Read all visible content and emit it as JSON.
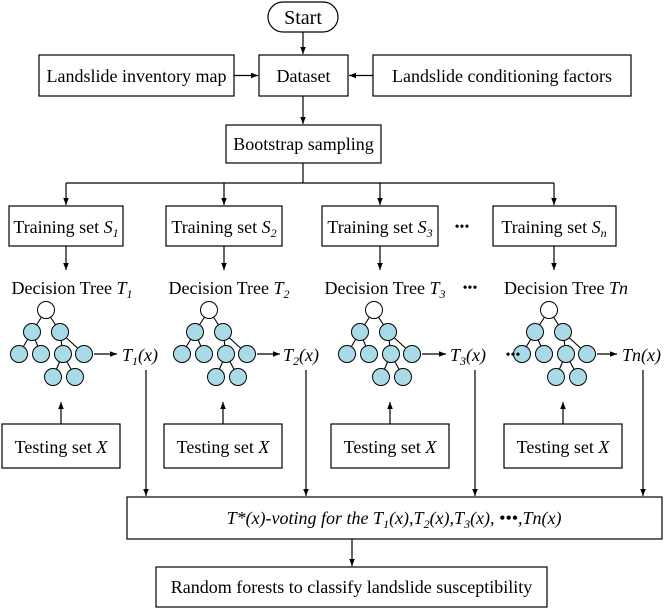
{
  "start": "Start",
  "inventory": "Landslide inventory map",
  "dataset": "Dataset",
  "conditioning": "Landslide conditioning factors",
  "bootstrap": "Bootstrap sampling",
  "ellipsis": "•••",
  "training": [
    {
      "prefix": "Training set ",
      "var": "S",
      "sub": "1"
    },
    {
      "prefix": "Training set ",
      "var": "S",
      "sub": "2"
    },
    {
      "prefix": "Training set ",
      "var": "S",
      "sub": "3"
    },
    {
      "prefix": "Training set ",
      "var": "S",
      "sub": "n"
    }
  ],
  "trees": [
    {
      "prefix": "Decision Tree ",
      "var": "T",
      "sub": "1"
    },
    {
      "prefix": "Decision Tree ",
      "var": "T",
      "sub": "2"
    },
    {
      "prefix": "Decision Tree ",
      "var": "T",
      "sub": "3"
    },
    {
      "prefix": "Decision Tree ",
      "var": "Tn",
      "sub": ""
    }
  ],
  "outputs": [
    {
      "var": "T",
      "sub": "1",
      "arg": "(x)"
    },
    {
      "var": "T",
      "sub": "2",
      "arg": "(x)"
    },
    {
      "var": "T",
      "sub": "3",
      "arg": "(x)"
    },
    {
      "var": "Tn(x)",
      "sub": "",
      "arg": ""
    }
  ],
  "testing": {
    "prefix": "Testing set ",
    "var": "X"
  },
  "voting": {
    "head": "T*(x)-voting for the ",
    "t1": "T",
    "s1": "1",
    "a1": "(x),",
    "t2": "T",
    "s2": "2",
    "a2": "(x),",
    "t3": "T",
    "s3": "3",
    "a3": "(x), •••,Tn(x)"
  },
  "final": "Random forests to classify landslide susceptibility",
  "colors": {
    "node_fill": "#a8dbe5",
    "root_fill": "#ffffff",
    "stroke": "#000000"
  }
}
